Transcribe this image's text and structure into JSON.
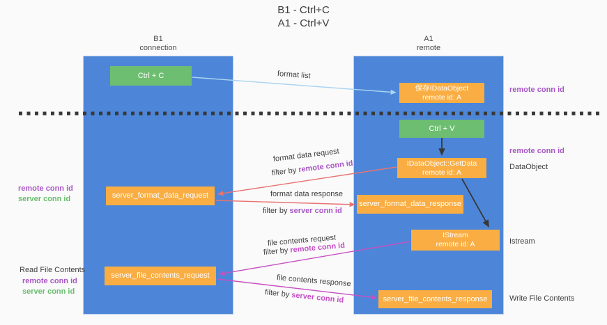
{
  "title": {
    "line1": "B1 - Ctrl+C",
    "line2": "A1 - Ctrl+V"
  },
  "columns": {
    "left": {
      "title": "B1",
      "subtitle": "connection"
    },
    "right": {
      "title": "A1",
      "subtitle": "remote"
    }
  },
  "boxes": {
    "ctrl_c": {
      "label": "Ctrl + C"
    },
    "save_idataobject": {
      "line1": "保存IDataObject",
      "line2": "remote id: A"
    },
    "ctrl_v": {
      "label": "Ctrl + V"
    },
    "getdata": {
      "line1": "IDataObject::GetData",
      "line2": "remote id: A"
    },
    "format_request": {
      "label": "server_format_data_request"
    },
    "format_response": {
      "label": "server_format_data_response"
    },
    "istream": {
      "line1": "IStream",
      "line2": "remote id: A"
    },
    "file_request": {
      "label": "server_file_contents_request"
    },
    "file_response": {
      "label": "server_file_contents_response"
    }
  },
  "side_labels": {
    "right": [
      {
        "text": "remote conn id"
      },
      {
        "text": "remote conn id"
      },
      {
        "text": "DataObject"
      },
      {
        "text": "Istream"
      },
      {
        "text": "Write File Contents"
      }
    ],
    "left": [
      {
        "text": "remote conn id"
      },
      {
        "text": "server conn id"
      },
      {
        "text": "Read File Contents"
      },
      {
        "text": "remote conn id"
      },
      {
        "text": "server conn id"
      }
    ]
  },
  "arrow_labels": {
    "format_list": "format list",
    "format_data_request": "format data request",
    "format_data_request_filter": {
      "prefix": "filter by ",
      "id": "remote conn id"
    },
    "format_data_response": "format data response",
    "format_data_response_filter": {
      "prefix": "filter by ",
      "id": "server conn id"
    },
    "file_contents_request": "file contents request",
    "file_contents_request_filter": {
      "prefix": "filter by ",
      "id": "remote conn id"
    },
    "file_contents_response": "file contents response",
    "file_contents_response_filter": {
      "prefix": "filter by ",
      "id": "server conn id"
    }
  },
  "colors": {
    "column_blue": "#4d86d8",
    "box_green": "#6ebe71",
    "box_orange": "#f9ad42",
    "label_purple": "#a958c5",
    "label_magenta": "#c74fc7",
    "label_green": "#68bd6d",
    "arrow_red": "#e97372",
    "arrow_magenta": "#c750c3",
    "arrow_lightblue": "#aad4f2",
    "arrow_black": "#383838"
  },
  "arrows": [
    {
      "name": "format-list-arrow",
      "color_key": "arrow_lightblue",
      "points": [
        276,
        111,
        569,
        133
      ],
      "width": 1.4
    },
    {
      "name": "ctrl-v-to-getdata-arrow",
      "color_key": "arrow_black",
      "points": [
        634,
        198,
        634,
        224
      ],
      "width": 1.8
    },
    {
      "name": "getdata-to-format-request-arrow",
      "color_key": "arrow_red",
      "points": [
        569,
        240,
        312,
        279
      ],
      "width": 1.4
    },
    {
      "name": "format-request-to-response-arrow",
      "color_key": "arrow_red",
      "points": [
        310,
        288,
        510,
        294
      ],
      "width": 1.4
    },
    {
      "name": "getdata-to-istream-arrow",
      "color_key": "arrow_black",
      "points": [
        663,
        257,
        702,
        327
      ],
      "width": 1.8
    },
    {
      "name": "istream-to-file-request-arrow",
      "color_key": "arrow_magenta",
      "points": [
        589,
        347,
        314,
        394
      ],
      "width": 1.4
    },
    {
      "name": "file-request-to-response-arrow",
      "color_key": "arrow_magenta",
      "points": [
        312,
        401,
        541,
        428
      ],
      "width": 1.4
    },
    {
      "name": "session-separator-line",
      "color_key": "arrow_black",
      "points": [
        27,
        163,
        862,
        163
      ],
      "width": 5,
      "dash": "5 6.5",
      "head": false
    }
  ]
}
